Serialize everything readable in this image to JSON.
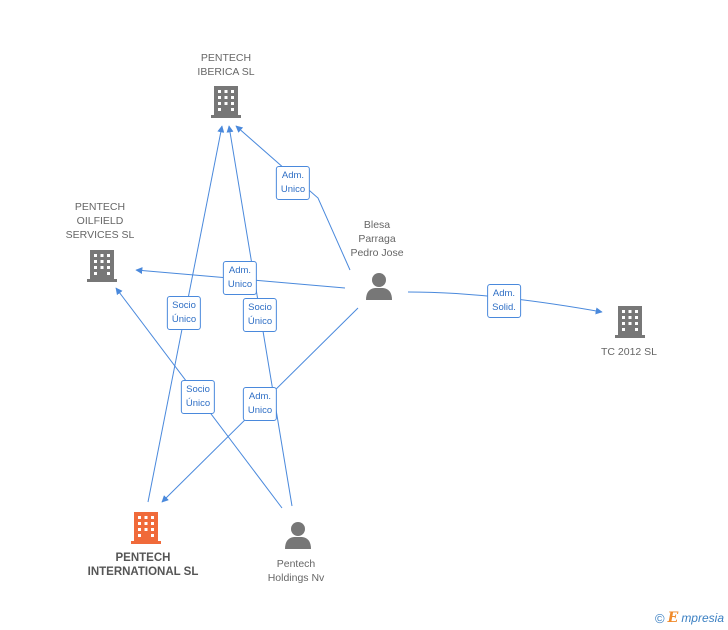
{
  "nodes": {
    "pentech_iberica": {
      "lines": [
        "PENTECH",
        "IBERICA SL"
      ],
      "type": "company",
      "color": "#777777"
    },
    "pentech_oilfield": {
      "lines": [
        "PENTECH",
        "OILFIELD",
        "SERVICES  SL"
      ],
      "type": "company",
      "color": "#777777"
    },
    "blesa": {
      "lines": [
        "Blesa",
        "Parraga",
        "Pedro Jose"
      ],
      "type": "person",
      "color": "#777777"
    },
    "tc2012": {
      "lines": [
        "TC 2012 SL"
      ],
      "type": "company",
      "color": "#777777"
    },
    "pentech_international": {
      "lines": [
        "PENTECH",
        "INTERNATIONAL SL"
      ],
      "type": "company",
      "color": "#f06a3a"
    },
    "pentech_holdings": {
      "lines": [
        "Pentech",
        "Holdings Nv"
      ],
      "type": "person",
      "color": "#777777"
    }
  },
  "edges": [
    {
      "id": "blesa-iberica",
      "lines": [
        "Adm.",
        "Unico"
      ]
    },
    {
      "id": "blesa-oilfield",
      "lines": [
        "Adm.",
        "Unico"
      ]
    },
    {
      "id": "blesa-tc2012",
      "lines": [
        "Adm.",
        "Solid."
      ]
    },
    {
      "id": "blesa-international",
      "lines": [
        "Adm.",
        "Unico"
      ]
    },
    {
      "id": "international-iberica",
      "lines": [
        "Socio",
        "Único"
      ]
    },
    {
      "id": "holdings-iberica",
      "lines": [
        "Socio",
        "Único"
      ]
    },
    {
      "id": "holdings-oilfield",
      "lines": [
        "Socio",
        "Único"
      ]
    }
  ],
  "colors": {
    "edge": "#4a89dc",
    "accent": "#f06a3a",
    "node": "#777777"
  },
  "brand": {
    "copyright": "©",
    "e": "E",
    "rest": "mpresia"
  }
}
